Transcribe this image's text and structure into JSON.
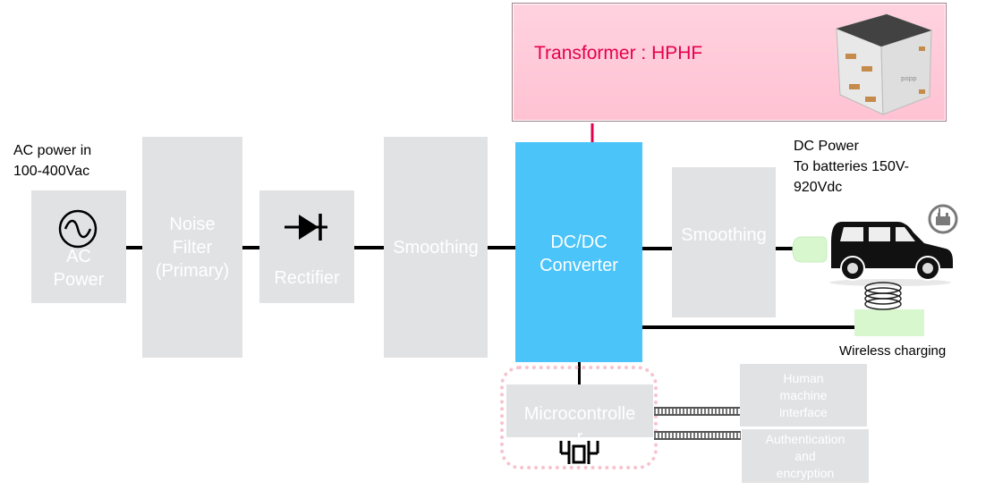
{
  "transformer": {
    "label": "Transformer : HPHF",
    "chip_mark": "popp"
  },
  "input": {
    "label": "AC power in\n100-400Vac"
  },
  "blocks": {
    "ac_power": "AC\nPower",
    "noise_filter": "Noise\nFilter\n(Primary)",
    "rectifier": "Rectifier",
    "smoothing_primary": "Smoothing",
    "dcdc": "DC/DC\nConverter",
    "smoothing_secondary": "Smoothing",
    "microcontroller": "Microcontrolle\nr",
    "hmi": "Human\nmachine\ninterface",
    "auth": "Authentication\nand\nencryption"
  },
  "output": {
    "label": "DC Power\nTo batteries 150V-\n920Vdc"
  },
  "wireless": {
    "label": "Wireless charging"
  },
  "colors": {
    "block": "#e1e2e3",
    "dcdc": "#4bc4fa",
    "transformer_fill": "#ffc7d7",
    "transformer_text": "#e5004f",
    "arrow": "#e5004f",
    "mcu_outline": "#f6c3cf",
    "plug": "#d8f7cf"
  }
}
